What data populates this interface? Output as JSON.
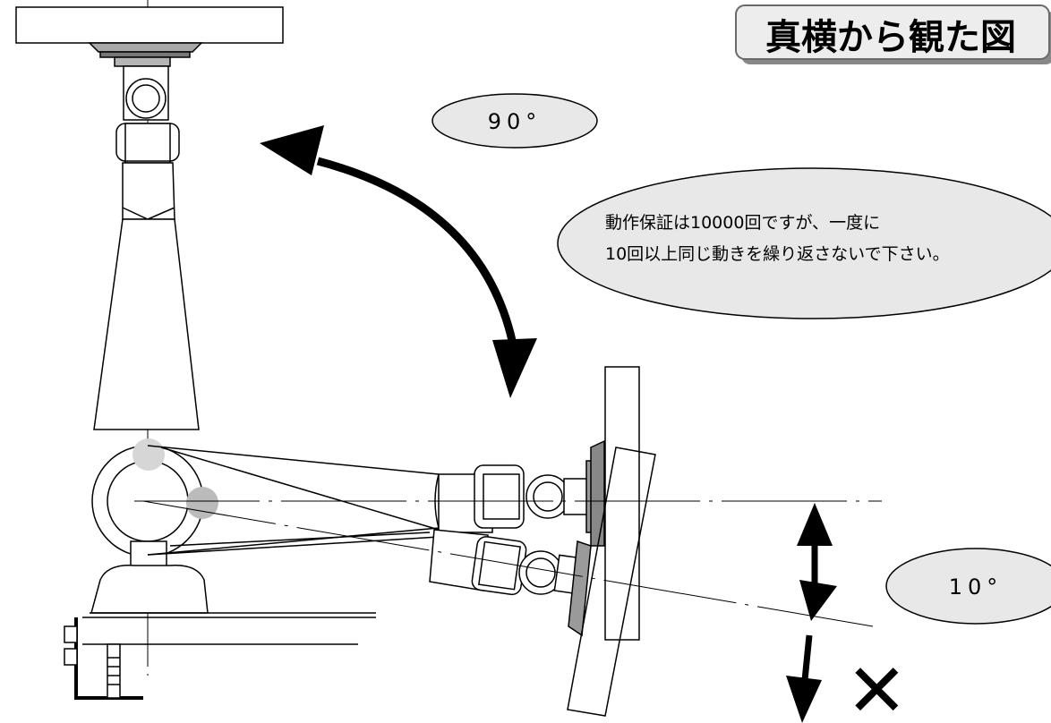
{
  "title": "真横から観た図",
  "callouts": {
    "angle_top": "90°",
    "angle_right": "10°"
  },
  "note": {
    "line1": "動作保証は10000回ですが、一度に",
    "line2": "10回以上同じ動きを繰り返さないで下さい。"
  },
  "prohibited_mark": "✕",
  "colors": {
    "callout_fill": "#e8e8e8",
    "mount_fill": "#9a9a9a",
    "pivot_highlight": "#bbbbbb",
    "stroke": "#000000"
  }
}
